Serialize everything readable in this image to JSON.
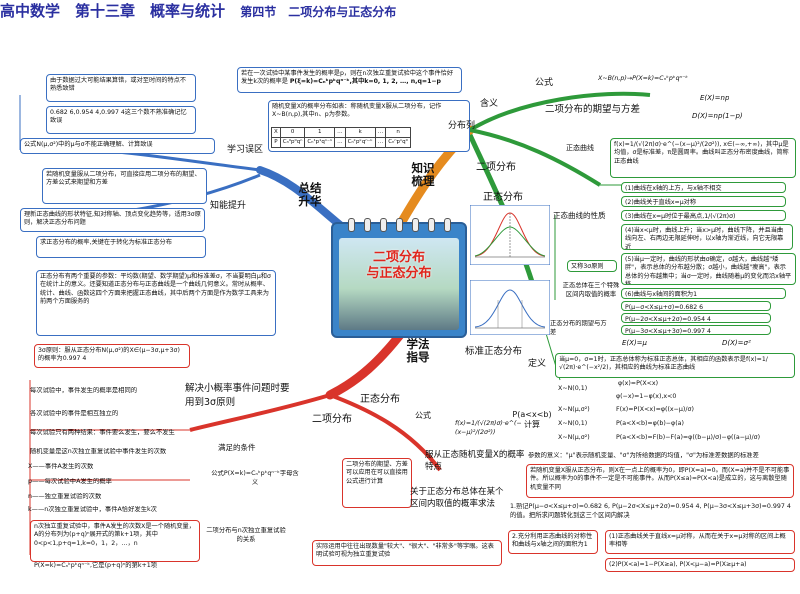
{
  "title": {
    "main": "高中数学　第十三章　概率与统计",
    "sub": "第四节　二项分布与正态分布"
  },
  "center": {
    "line1": "二项分布",
    "line2": "与正态分布"
  },
  "branches": {
    "summary": "总结\n升华",
    "knowledge": "知识\n梳理",
    "method": "学法\n指导"
  },
  "left_top": {
    "study_misc": "学习误区",
    "ability": "知能提升",
    "box1": "由于数据过大可能结果算错，或对至时间的特点不熟悉致错",
    "box2": "0.682 6,0.954 4,0.997 4这三个数不熟准确记忆致误",
    "box3": "公式N(μ,σ²)中的μ与σ不能正确理解、计算致误",
    "box4": "若随机变量服从二项分布，可直接应用二项分布的期望、方差公式来期望和方差",
    "box5": "理新正态曲线的形状特征,知对称轴、顶点变化趋势等，适用3σ原则，解决正态分布问题",
    "box6": "求正态分布的概率,关键在于转化为标准正态分布",
    "box7": "正态分布有两个重要的参数：平均数(期望、数学期望)μ和标准差σ，不当要明白μ和σ在统计上的意义。还要知道正态分布与正态曲线是一个曲线几何意义。常时从概率、统计、曲线、函数这四个方面来把握正态曲线，其中后两个方面是作为数学工具来为前两个方面服务的"
  },
  "top_mid": {
    "box_a": "若在一次试验中某事件发生的概率是p，则在n次独立重复试验中这个事件恰好发生k次的概率是",
    "formula_a": "P(ξ=k)=Cₙᵏpᵏqⁿ⁻ᵏ,其中k=0, 1, 2, …, n,q=1−p",
    "def": "含义",
    "formula_label": "公式",
    "formula_x": "X~B(n,p)→P(X=k)=Cₙᵏpᵏqⁿ⁻ᵏ",
    "dist_list": "分布列",
    "box_b": "随机变量X的概率分布如表：称随机变量X服从二项分布，记作X~B(n,p),其中n、p为参数。",
    "table_head": [
      "X",
      "0",
      "1",
      "…",
      "k",
      "…",
      "n"
    ],
    "table_row": [
      "P",
      "Cₙ⁰p⁰qⁿ",
      "Cₙ¹p¹qⁿ⁻¹",
      "…",
      "Cₙᵏpᵏqⁿ⁻ᵏ",
      "…",
      "Cₙⁿpⁿq⁰"
    ],
    "exp_var": "二项分布的期望与方差",
    "ex": "E(X)=np",
    "dx": "D(X)=np(1−p)",
    "binomial": "二项分布"
  },
  "right": {
    "normal": "正态分布",
    "curve": "正态曲线",
    "curve_desc": "f(x)=1/(√(2π)σ)·e^(−(x−μ)²/(2σ²)), x∈(−∞,+∞)，其中μ是均值，σ是标准差，π是圆周率。曲线叫正态分布密度曲线，简称正态曲线",
    "props": "正态曲线的性质",
    "p1": "(1)曲线在x轴的上方，与x轴不相交",
    "p2": "(2)曲线关于直线x=μ对称",
    "p3": "(3)曲线在x=μ时位于最高点,1/(√(2π)σ)",
    "p4": "(4)当x<μ时，曲线上升；当x>μ时，曲线下降，并且当曲线向左、右两边无限延伸时，以x轴为渐近线，向它无限靠近",
    "p5": "(5)当μ一定时，曲线的形状由σ确定，σ越大，曲线越\"矮胖\"，表示总体的分布越分散；σ越小，曲线越\"瘦高\"，表示总体的分布越集中；当σ一定时，曲线随着μ的变化而沿x轴平移",
    "p6": "(6)曲线与x轴间的面积为1",
    "three_sigma": "又称3σ原则",
    "three_desc": "正态总体在三个特殊区间内取值的概率",
    "r1": "P(μ−σ<X≤μ+σ)=0.682 6",
    "r2": "P(μ−2σ<X≤μ+2σ)=0.954 4",
    "r3": "P(μ−3σ<X≤μ+3σ)=0.997 4",
    "nexp": "正态分布的期望与方差",
    "nex": "E(X)=μ",
    "ndx": "D(X)=σ²",
    "standard": "标准正态分布",
    "def": "定义",
    "def_text": "当μ=0，σ=1时，正态总体称为标准正态总体，其相应的函数表示是f(x)=1/√(2π)·e^(−x²/2)，其相应的曲线为标准正态曲线",
    "prob_calc": "P(a<x<b)计算",
    "pc1": "X~N(0,1)",
    "pc1a": "φ(x)=P(X<x)",
    "pc1b": "φ(−x)=1−φ(x),x<0",
    "pc2": "X~N(μ,σ²)",
    "pc2a": "F(x)=P(X<x)=φ((x−μ)/σ)",
    "pc3": "X~N(0,1)",
    "pc3a": "P(a<X<b)=φ(b)−φ(a)",
    "pc4": "X~N(μ,σ²)",
    "pc4a": "P(a<X<b)=F(b)−F(a)=φ((b−μ)/σ)−φ((a−μ)/σ)",
    "param": "参数的意义：\"μ\"表示随机变量、\"σ\"为所给数据的均值，\"σ\"为标准差数据的标准差",
    "formula": "公式"
  },
  "bottom_mid": {
    "binomial": "二项分布",
    "normal": "正态分布",
    "formula": "公式",
    "formula_text": "f(x)=1/(√(2π)σ)·e^(−(x−μ)²/(2σ²))",
    "obey": "服从正态随机变量X的概率特点",
    "obey_desc": "若随机变量X服从正态分布，则X在一点上的概率为0，即P(X=a)=0。而(X=a)并不是不可能事件。所以概率为0的事件不一定是不可能事件。从而P(X≤a)=P(X<a)是成立的，这与离散型随机变量不同",
    "interval": "关于正态分布总体在某个区间内取值的概率求法",
    "iv1": "1.熟记P(μ−σ<X≤μ+σ)=0.682 6, P(μ−2σ<X≤μ+2σ)=0.954 4, P(μ−3σ<X≤μ+3σ)=0.997 4的值。把所求问题转化到这三个区间内解决",
    "iv2": "2.充分利用正态曲线的对称性和曲线与x轴之间的面积为1",
    "iv2a": "(1)正态曲线关于直线x=μ对称，从而在关于x=μ对称的区间上概率相等",
    "iv2b": "(2)P(X<a)=1−P(X≥a), P(X<μ−a)=P(X≥μ+a)"
  },
  "bottom_left": {
    "three_sigma_box": "3σ原则：服从正态分布N(μ,σ²)的X∈(μ−3σ,μ+3σ)的概率为0.997 4",
    "solve": "解决小概率事件问题时要用到3σ原则",
    "c1": "每次试验中，事件发生的概率是相同的",
    "c2": "各次试验中的事件是相互独立的",
    "c3": "每次试验只有两种结果：事件要么发生，要么不发生",
    "c4": "随机变量是这n次独立重复试验中事件发生的次数",
    "cond": "满足的条件",
    "formula_m": "公式P(X=k)=Cₙᵏpᵏqⁿ⁻ᵏ字母含义",
    "m1": "X——事件A发生的次数",
    "m2": "p——每次试验中A发生的概率",
    "m3": "n——独立重复试验的次数",
    "m4": "k——n次独立重复试验中，事件A恰好发生k次",
    "rel": "二项分布与n次独立重复试验的关系",
    "rel_box": "n次独立重复试验中，事件A发生的次数X是一个随机变量，A的分布列为(p+q)ⁿ展开式的第k+1项，其中0<p<1,p+q=1,k=0，1，2，…，n",
    "rel_f": "P(X=k)=Cₙᵏpᵏqⁿ⁻ᵏ,它是(p+q)ⁿ的第k+1项",
    "mean_box": "二项分布的期望、方差可以应用在可以直接用公式进行计算",
    "apply": "实际运用中往往出现数量\"较大\"、\"很大\"、\"非常多\"等字眼。这表明试验可视为独立重复试验"
  }
}
